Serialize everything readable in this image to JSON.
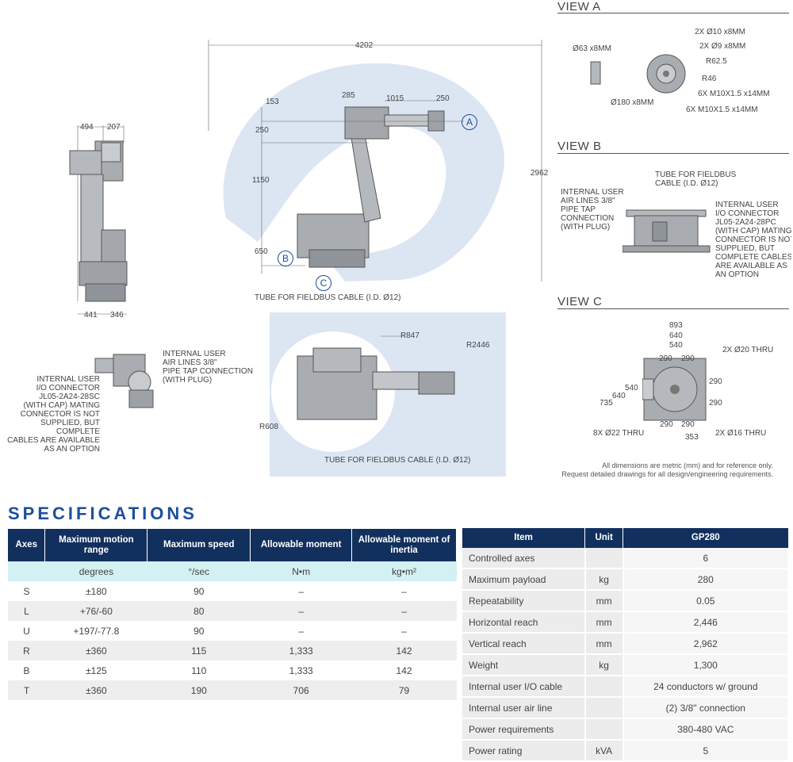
{
  "drawings": {
    "side_view": {
      "dims": [
        "494",
        "207",
        "441",
        "346"
      ]
    },
    "main_view": {
      "dims": [
        "4202",
        "153",
        "285",
        "1015",
        "250",
        "250",
        "1150",
        "2962",
        "650"
      ],
      "markers": [
        "A",
        "B",
        "C"
      ],
      "tube_note": "TUBE FOR FIELDBUS CABLE (I.D. Ø12)"
    },
    "top_view": {
      "dims": [
        "R847",
        "R2446",
        "R608"
      ],
      "tube_note": "TUBE FOR FIELDBUS CABLE (I.D. Ø12)"
    },
    "small_view": {
      "air_note": [
        "INTERNAL USER",
        "AIR LINES 3/8\"",
        "PIPE TAP CONNECTION",
        "(WITH PLUG)"
      ],
      "io_note": [
        "INTERNAL USER",
        "I/O CONNECTOR",
        "JL05-2A24-28SC",
        "(WITH CAP) MATING",
        "CONNECTOR IS NOT",
        "SUPPLIED, BUT COMPLETE",
        "CABLES ARE AVAILABLE",
        "AS AN OPTION"
      ]
    },
    "view_a": {
      "title": "VIEW A",
      "dims": [
        "Ø63 x8MM",
        "Ø180 x8MM",
        "2X Ø10 x8MM",
        "2X Ø9 x8MM",
        "R62.5",
        "R46",
        "6X M10X1.5 x14MM",
        "6X M10X1.5 x14MM"
      ]
    },
    "view_b": {
      "title": "VIEW B",
      "tube_note": [
        "TUBE FOR FIELDBUS",
        "CABLE (I.D. Ø12)"
      ],
      "air_note": [
        "INTERNAL USER",
        "AIR LINES 3/8\"",
        "PIPE TAP",
        "CONNECTION",
        "(WITH PLUG)"
      ],
      "io_note": [
        "INTERNAL USER",
        "I/O CONNECTOR",
        "JL05-2A24-28PC",
        "(WITH CAP) MATING",
        "CONNECTOR IS NOT",
        "SUPPLIED, BUT",
        "COMPLETE CABLES",
        "ARE AVAILABLE AS",
        "AN OPTION"
      ]
    },
    "view_c": {
      "title": "VIEW C",
      "dims": [
        "893",
        "640",
        "540",
        "290",
        "290",
        "2X Ø20 THRU",
        "540",
        "640",
        "735",
        "290",
        "290",
        "8X Ø22 THRU",
        "290",
        "290",
        "353",
        "2X Ø16 THRU"
      ]
    },
    "disclaimer": [
      "All dimensions are metric (mm) and for reference only.",
      "Request detailed drawings for all design/engineering requirements."
    ]
  },
  "specs_title": "SPECIFICATIONS",
  "axes_table": {
    "headers": [
      "Axes",
      "Maximum motion range",
      "Maximum speed",
      "Allowable moment",
      "Allowable moment of inertia"
    ],
    "units": [
      "",
      "degrees",
      "°/sec",
      "N•m",
      "kg•m²"
    ],
    "rows": [
      [
        "S",
        "±180",
        "90",
        "–",
        "–"
      ],
      [
        "L",
        "+76/-60",
        "80",
        "–",
        "–"
      ],
      [
        "U",
        "+197/-77.8",
        "90",
        "–",
        "–"
      ],
      [
        "R",
        "±360",
        "115",
        "1,333",
        "142"
      ],
      [
        "B",
        "±125",
        "110",
        "1,333",
        "142"
      ],
      [
        "T",
        "±360",
        "190",
        "706",
        "79"
      ]
    ]
  },
  "model_table": {
    "headers": [
      "Item",
      "Unit",
      "GP280"
    ],
    "rows": [
      [
        "Controlled axes",
        "",
        "6"
      ],
      [
        "Maximum payload",
        "kg",
        "280"
      ],
      [
        "Repeatability",
        "mm",
        "0.05"
      ],
      [
        "Horizontal reach",
        "mm",
        "2,446"
      ],
      [
        "Vertical reach",
        "mm",
        "2,962"
      ],
      [
        "Weight",
        "kg",
        "1,300"
      ],
      [
        "Internal user I/O cable",
        "",
        "24 conductors w/ ground"
      ],
      [
        "Internal user air line",
        "",
        "(2) 3/8\" connection"
      ],
      [
        "Power requirements",
        "",
        "380-480 VAC"
      ],
      [
        "Power rating",
        "kVA",
        "5"
      ]
    ]
  },
  "colors": {
    "brand_blue": "#1c4f9c",
    "header_navy": "#12305e",
    "envelope": "#dce6f2",
    "units_row": "#d3f0f3"
  }
}
